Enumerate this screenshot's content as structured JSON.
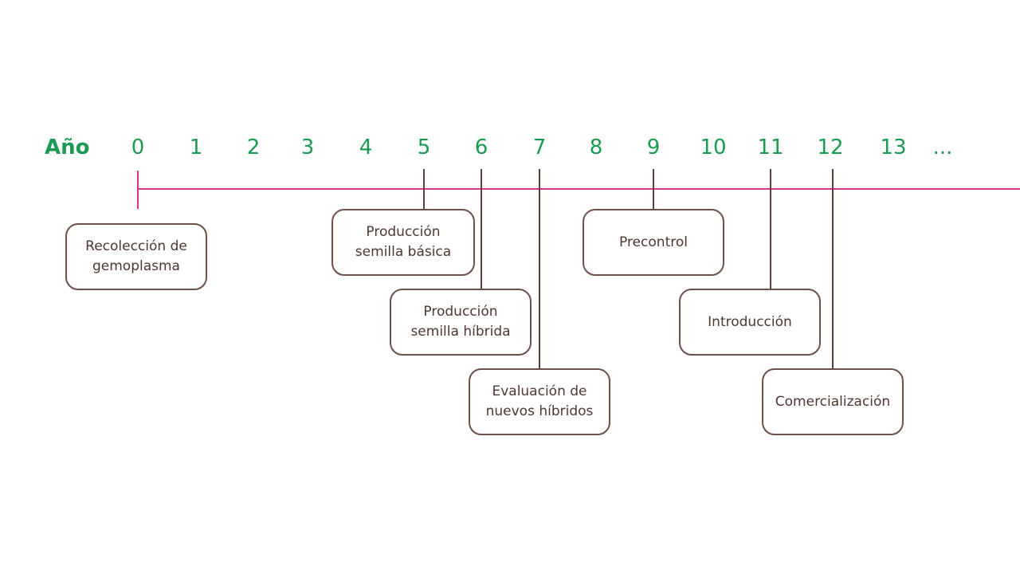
{
  "timeline": {
    "axis_label": "Año",
    "years": [
      "0",
      "1",
      "2",
      "3",
      "4",
      "5",
      "6",
      "7",
      "8",
      "9",
      "10",
      "11",
      "12",
      "13",
      "..."
    ]
  },
  "events": [
    {
      "id": "recoleccion",
      "label": "Recolección de\ngemoplasma",
      "year": 0
    },
    {
      "id": "semilla-basica",
      "label": "Producción\nsemilla básica",
      "year": 5
    },
    {
      "id": "semilla-hibrida",
      "label": "Producción\nsemilla híbrida",
      "year": 6
    },
    {
      "id": "evaluacion",
      "label": "Evaluación de\nnuevos híbridos",
      "year": 7
    },
    {
      "id": "precontrol",
      "label": "Precontrol",
      "year": 9
    },
    {
      "id": "introduccion",
      "label": "Introducción",
      "year": 11
    },
    {
      "id": "comercializacion",
      "label": "Comercialización",
      "year": 12
    }
  ],
  "colors": {
    "year_text": "#1a9a52",
    "timeline_line": "#d6338a",
    "box_border": "#6d5149",
    "box_text": "#4e3731",
    "connector": "#5b4038"
  }
}
